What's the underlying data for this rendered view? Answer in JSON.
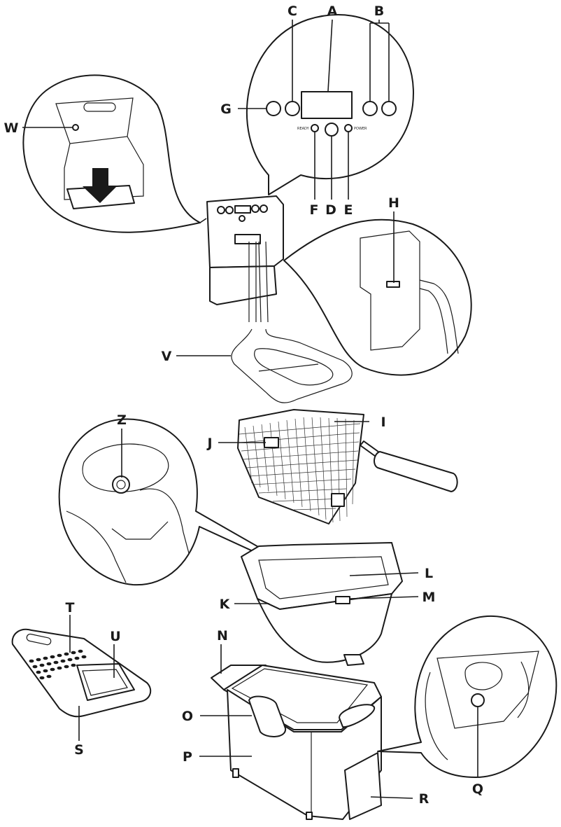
{
  "labels": {
    "A": "A",
    "B": "B",
    "C": "C",
    "D": "D",
    "E": "E",
    "F": "F",
    "G": "G",
    "H": "H",
    "I": "I",
    "J": "J",
    "K": "K",
    "L": "L",
    "M": "M",
    "N": "N",
    "O": "O",
    "P": "P",
    "Q": "Q",
    "R": "R",
    "S": "S",
    "T": "T",
    "U": "U",
    "V": "V",
    "W": "W",
    "Z": "Z"
  },
  "panel": {
    "ready": "READY",
    "power": "POWER"
  },
  "colors": {
    "ink": "#1a1a1a",
    "background": "#ffffff"
  }
}
